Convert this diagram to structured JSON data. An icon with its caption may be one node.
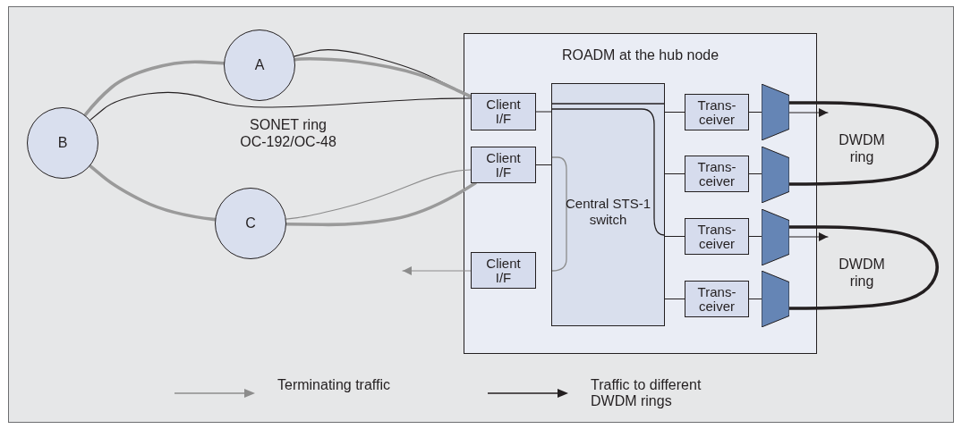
{
  "diagram": {
    "nodes": [
      {
        "text": [
          "A"
        ]
      },
      {
        "text": [
          "B"
        ]
      },
      {
        "text": [
          "C"
        ]
      },
      {
        "text": [
          "ROADM at the hub node"
        ]
      },
      {
        "text": [
          "Client I/F"
        ],
        "in": 3
      },
      {
        "text": [
          "Client I/F"
        ],
        "in": 3
      },
      {
        "text": [
          "Client I/F"
        ],
        "in": 3
      },
      {
        "text": [
          "Central STS-1 switch"
        ],
        "in": 3
      },
      {
        "text": [
          "Trans-ceiver"
        ],
        "in": 3
      },
      {
        "text": [
          "Trans-ceiver"
        ],
        "in": 3
      },
      {
        "text": [
          "Trans-ceiver"
        ],
        "in": 3
      },
      {
        "text": [
          "Trans-ceiver"
        ],
        "in": 3
      },
      {
        "text": [],
        "shape": "trapezoid",
        "in": 3
      },
      {
        "text": [],
        "shape": "trapezoid",
        "in": 3
      },
      {
        "text": [],
        "shape": "trapezoid",
        "in": 3
      },
      {
        "text": [],
        "shape": "trapezoid",
        "in": 3
      },
      {
        "text": [
          "DWDM ring"
        ]
      },
      {
        "text": [
          "DWDM ring"
        ]
      }
    ],
    "edges": [
      {
        "from": 0,
        "to": 4,
        "arrow": "none"
      },
      {
        "from": 1,
        "to": 4,
        "arrow": "none"
      },
      {
        "from": 2,
        "to": 5,
        "arrow": "none",
        "color": "#8c8c8c"
      },
      {
        "from": 4,
        "to": 0,
        "arrow": "none",
        "style": "thick",
        "color": "#9a9a9a"
      },
      {
        "from": 0,
        "to": 1,
        "arrow": "none",
        "style": "thick",
        "color": "#9a9a9a"
      },
      {
        "from": 1,
        "to": 2,
        "arrow": "none",
        "style": "thick",
        "color": "#9a9a9a"
      },
      {
        "from": 2,
        "to": 5,
        "arrow": "none",
        "style": "thick",
        "color": "#9a9a9a"
      },
      {
        "from": 4,
        "to": 7,
        "arrow": "none"
      },
      {
        "from": 5,
        "to": 7,
        "arrow": "none"
      },
      {
        "from": 7,
        "to": 8,
        "arrow": "none"
      },
      {
        "from": 7,
        "to": 9,
        "arrow": "none"
      },
      {
        "from": 7,
        "to": 10,
        "arrow": "none"
      },
      {
        "from": 7,
        "to": 11,
        "arrow": "none"
      },
      {
        "from": 8,
        "to": 12,
        "arrow": "none"
      },
      {
        "from": 9,
        "to": 13,
        "arrow": "none"
      },
      {
        "from": 10,
        "to": 14,
        "arrow": "none"
      },
      {
        "from": 11,
        "to": 15,
        "arrow": "none"
      },
      {
        "from": 12,
        "to": 13,
        "arrow": "none",
        "style": "thick"
      },
      {
        "from": 14,
        "to": 15,
        "arrow": "none",
        "style": "thick"
      },
      {
        "from": 6,
        "to": null,
        "arrow": "to",
        "color": "#8c8c8c"
      },
      {
        "from": 12,
        "to": 16,
        "arrow": "to"
      },
      {
        "from": 14,
        "to": 17,
        "arrow": "to"
      }
    ],
    "labels": [
      "SONET ring OC-192/OC-48"
    ],
    "legend": [
      {
        "text": "Terminating traffic"
      },
      {
        "text": "Traffic to different DWDM rings"
      }
    ]
  }
}
